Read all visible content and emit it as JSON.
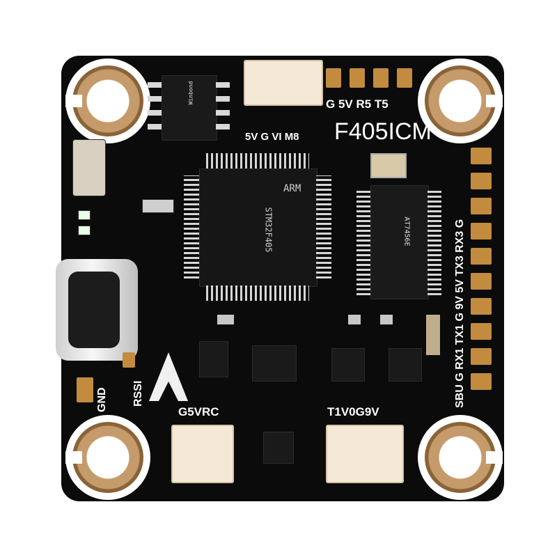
{
  "image": {
    "board_title": "F405ICM",
    "top_pad_labels": "G 5V R5 T5",
    "top_connector_label": "5V G VI M8",
    "right_edge_labels": "SBU G RX1 TX1 G 9V 5V TX3 RX3 G",
    "left_labels": {
      "gnd": "GND",
      "rssi": "RSSI"
    },
    "bottom_left_label": "G5VRC",
    "bottom_right_label": "T1V0G9V",
    "chip_marks": {
      "mcu_brand": "ARM",
      "mcu_part": "STM32F405",
      "flash": "Winbond",
      "osd": "AT7456E"
    },
    "colors": {
      "pcb": "#0b0b0b",
      "copper_pad": "#c28b3e",
      "connector": "#f6e8d6",
      "mount_ring": "#c59b6b"
    }
  }
}
